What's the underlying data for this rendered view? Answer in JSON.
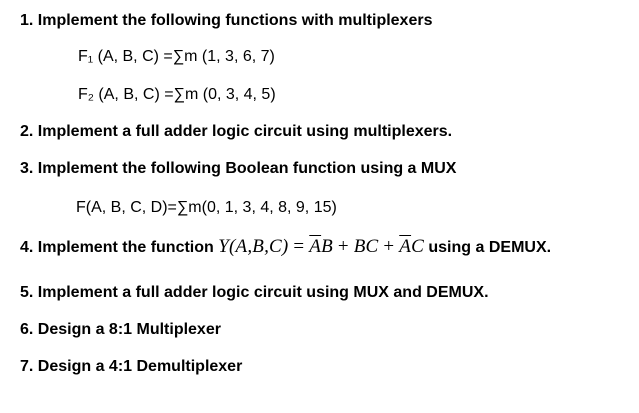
{
  "questions": {
    "q1": {
      "text": "1. Implement the following functions with multiplexers",
      "f1": "F₁ (A, B, C) =∑m (1, 3, 6, 7)",
      "f2": "F₂ (A, B, C) =∑m (0, 3, 4, 5)"
    },
    "q2": {
      "text": "2. Implement a full adder logic circuit using multiplexers."
    },
    "q3": {
      "text": "3. Implement the following Boolean function using a MUX",
      "f": "F(A, B, C, D)=∑m(0, 1, 3, 4, 8, 9, 15)"
    },
    "q4": {
      "prefix": "4. Implement the function ",
      "expr": {
        "lhs": "Y(A,B,C)",
        "eq": " = ",
        "t1_bar": "A",
        "t1_rest": "B",
        "plus1": " + ",
        "t2": "BC",
        "plus2": " + ",
        "t3_bar": "A",
        "t3_rest": "C"
      },
      "suffix": " using a DEMUX."
    },
    "q5": {
      "text": "5. Implement a full adder logic circuit using MUX and DEMUX."
    },
    "q6": {
      "text": "6. Design a 8:1 Multiplexer"
    },
    "q7": {
      "text": "7. Design a 4:1 Demultiplexer"
    }
  }
}
